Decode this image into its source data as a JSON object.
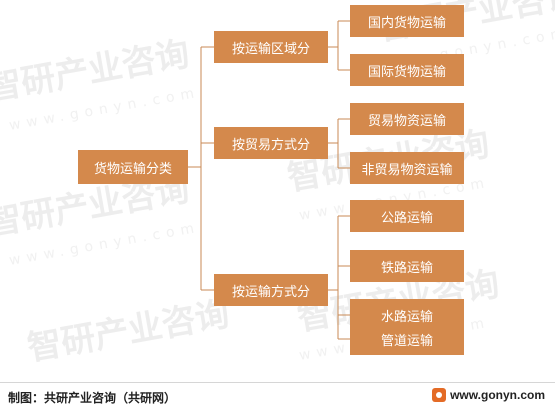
{
  "root": {
    "label": "货物运输分类"
  },
  "groups": [
    {
      "label": "按运输区域分",
      "items": [
        "国内货物运输",
        "国际货物运输"
      ]
    },
    {
      "label": "按贸易方式分",
      "items": [
        "贸易物资运输",
        "非贸易物资运输"
      ]
    },
    {
      "label": "按运输方式分",
      "items": [
        "公路运输",
        "铁路运输",
        "水路运输",
        "管道运输"
      ]
    }
  ],
  "watermark": {
    "text": "智研产业咨询",
    "sub": "www.gonyn.com"
  },
  "footer": {
    "credit": "制图：共研产业咨询（共研网）",
    "url": "www.gonyn.com",
    "logo_icon": "gonyn-logo-icon"
  },
  "colors": {
    "box": "#d4894c",
    "line": "#c98a55"
  }
}
